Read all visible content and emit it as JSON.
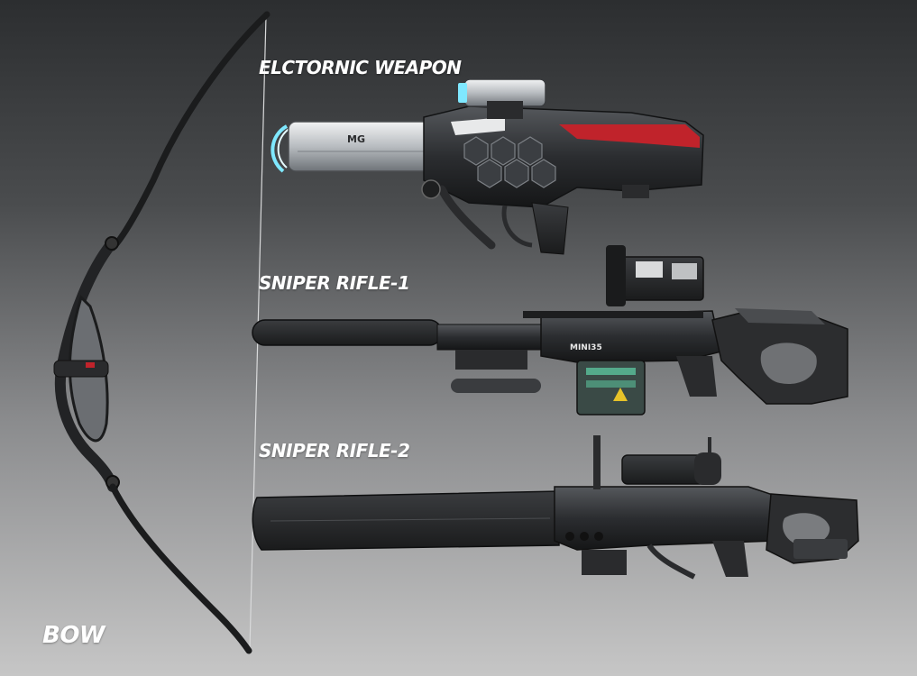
{
  "labels": {
    "electronic_weapon": "ELCTORNIC WEAPON",
    "sniper_rifle_1": "SNIPER RIFLE-1",
    "sniper_rifle_2": "SNIPER RIFLE-2",
    "bow": "BOW"
  },
  "weapon_markings": {
    "electronic_brand": "MG",
    "sniper_1_model": "MINI35"
  },
  "colors": {
    "gunmetal": "#2a2b2d",
    "accent_red": "#c0232b",
    "energy_cyan": "#7fe8ff",
    "magazine_green": "#5fd3a8",
    "hazard_yellow": "#e6c229"
  }
}
